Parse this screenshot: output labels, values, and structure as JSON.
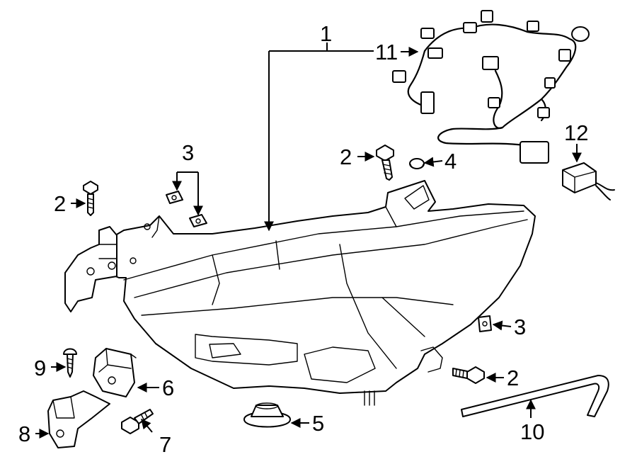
{
  "callouts": {
    "c1": "1",
    "c2a": "2",
    "c2b": "2",
    "c2c": "2",
    "c3a": "3",
    "c3b": "3",
    "c4": "4",
    "c5": "5",
    "c6": "6",
    "c7": "7",
    "c8": "8",
    "c9": "9",
    "c10": "10",
    "c11": "11",
    "c12": "12"
  },
  "colors": {
    "line": "#000000",
    "background": "#ffffff"
  }
}
